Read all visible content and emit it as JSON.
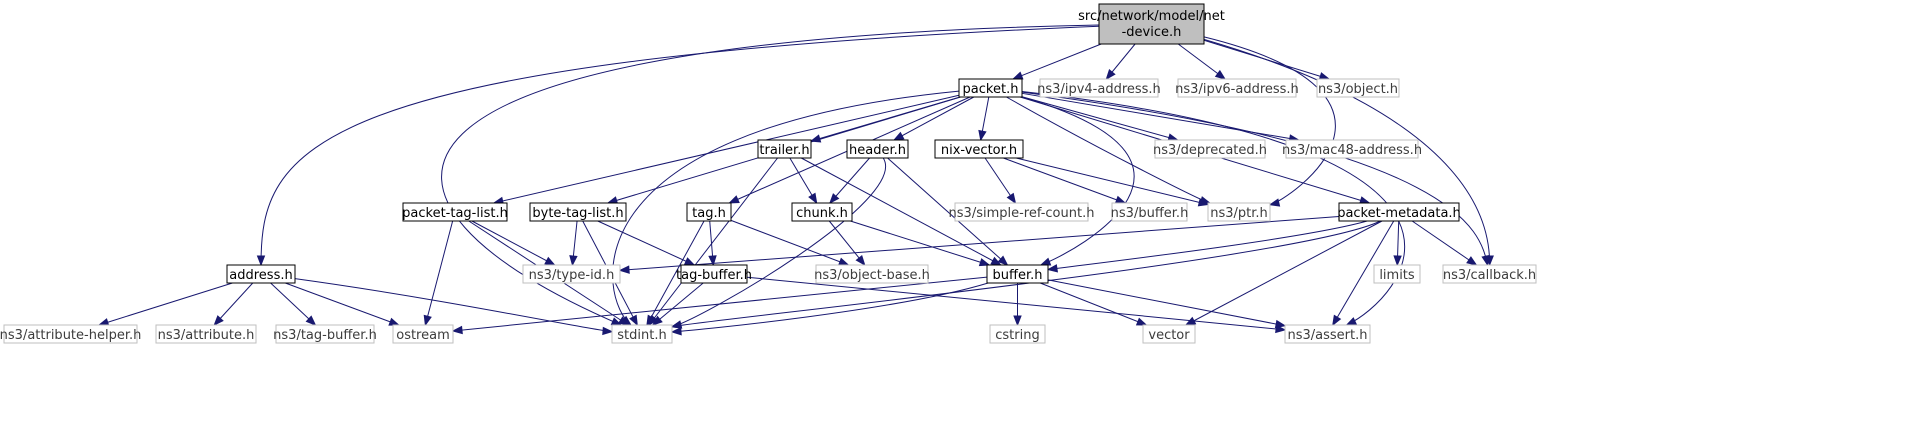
{
  "diagram": {
    "colors": {
      "root_fill": "#bfbfbf",
      "doc_border": "#000000",
      "ext_border": "#bfbfbf",
      "ext_text": "#3c3c3c",
      "edge": "#191970"
    },
    "nodes": [
      {
        "id": "netdev",
        "label": "src/network/model/net-device.h",
        "lines": [
          "src/network/model/net",
          "-device.h"
        ],
        "kind": "root"
      },
      {
        "id": "packet",
        "label": "packet.h",
        "kind": "doc"
      },
      {
        "id": "ipv4",
        "label": "ns3/ipv4-address.h",
        "kind": "ext"
      },
      {
        "id": "ipv6",
        "label": "ns3/ipv6-address.h",
        "kind": "ext"
      },
      {
        "id": "object",
        "label": "ns3/object.h",
        "kind": "ext"
      },
      {
        "id": "trailer",
        "label": "trailer.h",
        "kind": "doc"
      },
      {
        "id": "header",
        "label": "header.h",
        "kind": "doc"
      },
      {
        "id": "nixvector",
        "label": "nix-vector.h",
        "kind": "doc"
      },
      {
        "id": "deprecated",
        "label": "ns3/deprecated.h",
        "kind": "ext"
      },
      {
        "id": "mac48",
        "label": "ns3/mac48-address.h",
        "kind": "ext"
      },
      {
        "id": "packettaglist",
        "label": "packet-tag-list.h",
        "kind": "doc"
      },
      {
        "id": "bytetaglist",
        "label": "byte-tag-list.h",
        "kind": "doc"
      },
      {
        "id": "tag",
        "label": "tag.h",
        "kind": "doc"
      },
      {
        "id": "chunk",
        "label": "chunk.h",
        "kind": "doc"
      },
      {
        "id": "simplerefcount",
        "label": "ns3/simple-ref-count.h",
        "kind": "ext"
      },
      {
        "id": "nsbuffer",
        "label": "ns3/buffer.h",
        "kind": "ext"
      },
      {
        "id": "ptr",
        "label": "ns3/ptr.h",
        "kind": "ext"
      },
      {
        "id": "packetmetadata",
        "label": "packet-metadata.h",
        "kind": "doc"
      },
      {
        "id": "address",
        "label": "address.h",
        "kind": "doc"
      },
      {
        "id": "typeid",
        "label": "ns3/type-id.h",
        "kind": "ext"
      },
      {
        "id": "tagbuffer",
        "label": "tag-buffer.h",
        "kind": "doc"
      },
      {
        "id": "objectbase",
        "label": "ns3/object-base.h",
        "kind": "ext"
      },
      {
        "id": "buffer",
        "label": "buffer.h",
        "kind": "doc"
      },
      {
        "id": "limits",
        "label": "limits",
        "kind": "ext"
      },
      {
        "id": "callback",
        "label": "ns3/callback.h",
        "kind": "ext"
      },
      {
        "id": "attrhelper",
        "label": "ns3/attribute-helper.h",
        "kind": "ext"
      },
      {
        "id": "attribute",
        "label": "ns3/attribute.h",
        "kind": "ext"
      },
      {
        "id": "nstagbuffer",
        "label": "ns3/tag-buffer.h",
        "kind": "ext"
      },
      {
        "id": "ostream",
        "label": "ostream",
        "kind": "ext"
      },
      {
        "id": "stdint",
        "label": "stdint.h",
        "kind": "ext"
      },
      {
        "id": "cstring",
        "label": "cstring",
        "kind": "ext"
      },
      {
        "id": "vector",
        "label": "vector",
        "kind": "ext"
      },
      {
        "id": "assert",
        "label": "ns3/assert.h",
        "kind": "ext"
      }
    ],
    "edges": [
      [
        "netdev",
        "packet"
      ],
      [
        "netdev",
        "ipv4"
      ],
      [
        "netdev",
        "ipv6"
      ],
      [
        "netdev",
        "object"
      ],
      [
        "netdev",
        "address"
      ],
      [
        "netdev",
        "stdint"
      ],
      [
        "netdev",
        "ptr"
      ],
      [
        "netdev",
        "callback"
      ],
      [
        "packet",
        "trailer"
      ],
      [
        "packet",
        "header"
      ],
      [
        "packet",
        "nixvector"
      ],
      [
        "packet",
        "deprecated"
      ],
      [
        "packet",
        "mac48"
      ],
      [
        "packet",
        "packettaglist"
      ],
      [
        "packet",
        "bytetaglist"
      ],
      [
        "packet",
        "tag"
      ],
      [
        "packet",
        "ptr"
      ],
      [
        "packet",
        "packetmetadata"
      ],
      [
        "packet",
        "callback"
      ],
      [
        "packet",
        "assert"
      ],
      [
        "packet",
        "stdint"
      ],
      [
        "packet",
        "buffer"
      ],
      [
        "trailer",
        "chunk"
      ],
      [
        "trailer",
        "buffer"
      ],
      [
        "trailer",
        "stdint"
      ],
      [
        "header",
        "chunk"
      ],
      [
        "header",
        "buffer"
      ],
      [
        "header",
        "stdint"
      ],
      [
        "nixvector",
        "simplerefcount"
      ],
      [
        "nixvector",
        "nsbuffer"
      ],
      [
        "nixvector",
        "ptr"
      ],
      [
        "packettaglist",
        "typeid"
      ],
      [
        "packettaglist",
        "ostream"
      ],
      [
        "packettaglist",
        "stdint"
      ],
      [
        "bytetaglist",
        "typeid"
      ],
      [
        "bytetaglist",
        "tagbuffer"
      ],
      [
        "bytetaglist",
        "stdint"
      ],
      [
        "tag",
        "tagbuffer"
      ],
      [
        "tag",
        "objectbase"
      ],
      [
        "tag",
        "stdint"
      ],
      [
        "chunk",
        "objectbase"
      ],
      [
        "chunk",
        "buffer"
      ],
      [
        "packetmetadata",
        "buffer"
      ],
      [
        "packetmetadata",
        "typeid"
      ],
      [
        "packetmetadata",
        "limits"
      ],
      [
        "packetmetadata",
        "callback"
      ],
      [
        "packetmetadata",
        "vector"
      ],
      [
        "packetmetadata",
        "assert"
      ],
      [
        "packetmetadata",
        "stdint"
      ],
      [
        "tagbuffer",
        "stdint"
      ],
      [
        "tagbuffer",
        "assert"
      ],
      [
        "buffer",
        "stdint"
      ],
      [
        "buffer",
        "ostream"
      ],
      [
        "buffer",
        "cstring"
      ],
      [
        "buffer",
        "vector"
      ],
      [
        "buffer",
        "assert"
      ],
      [
        "address",
        "attrhelper"
      ],
      [
        "address",
        "attribute"
      ],
      [
        "address",
        "nstagbuffer"
      ],
      [
        "address",
        "ostream"
      ],
      [
        "address",
        "stdint"
      ]
    ]
  }
}
